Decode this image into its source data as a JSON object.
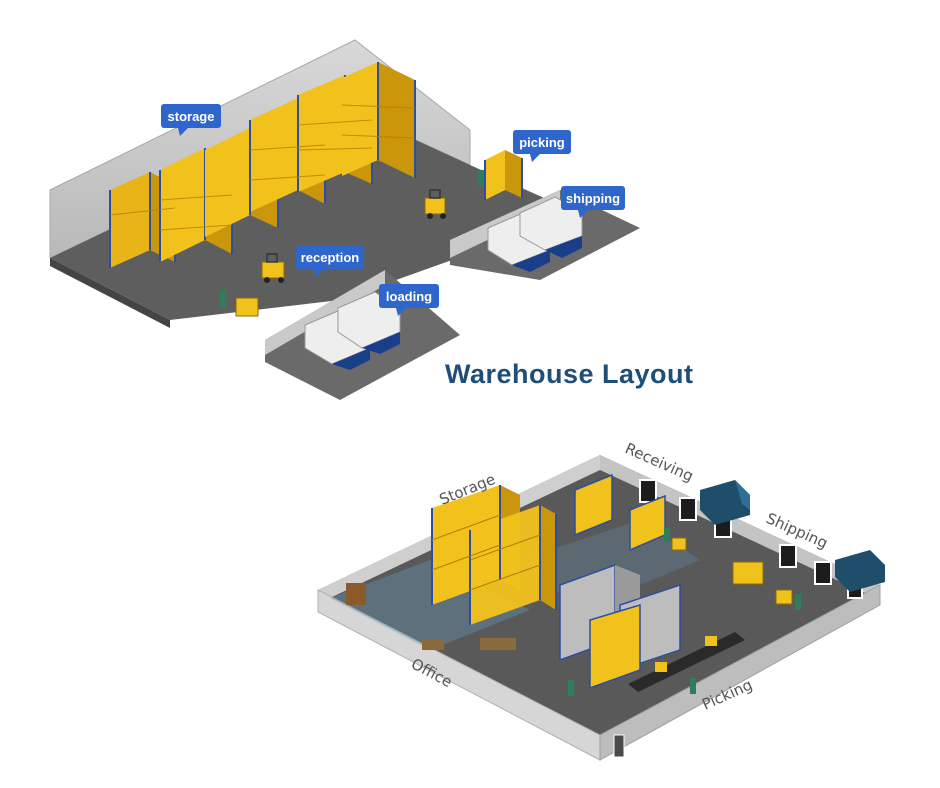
{
  "title": "Warehouse Layout",
  "diagram_top": {
    "callouts": {
      "storage": "storage",
      "picking": "picking",
      "shipping": "shipping",
      "reception": "reception",
      "loading": "loading"
    }
  },
  "diagram_bottom": {
    "labels": {
      "storage": "Storage",
      "receiving": "Receiving",
      "shipping": "Shipping",
      "office": "Office",
      "picking": "Picking"
    }
  },
  "colors": {
    "callout": "#2f66cc",
    "title": "#1f4e79",
    "box": "#f2c21c",
    "rack": "#2e4fa0",
    "floor": "#595959",
    "truck_cab": "#1a3f8a"
  }
}
